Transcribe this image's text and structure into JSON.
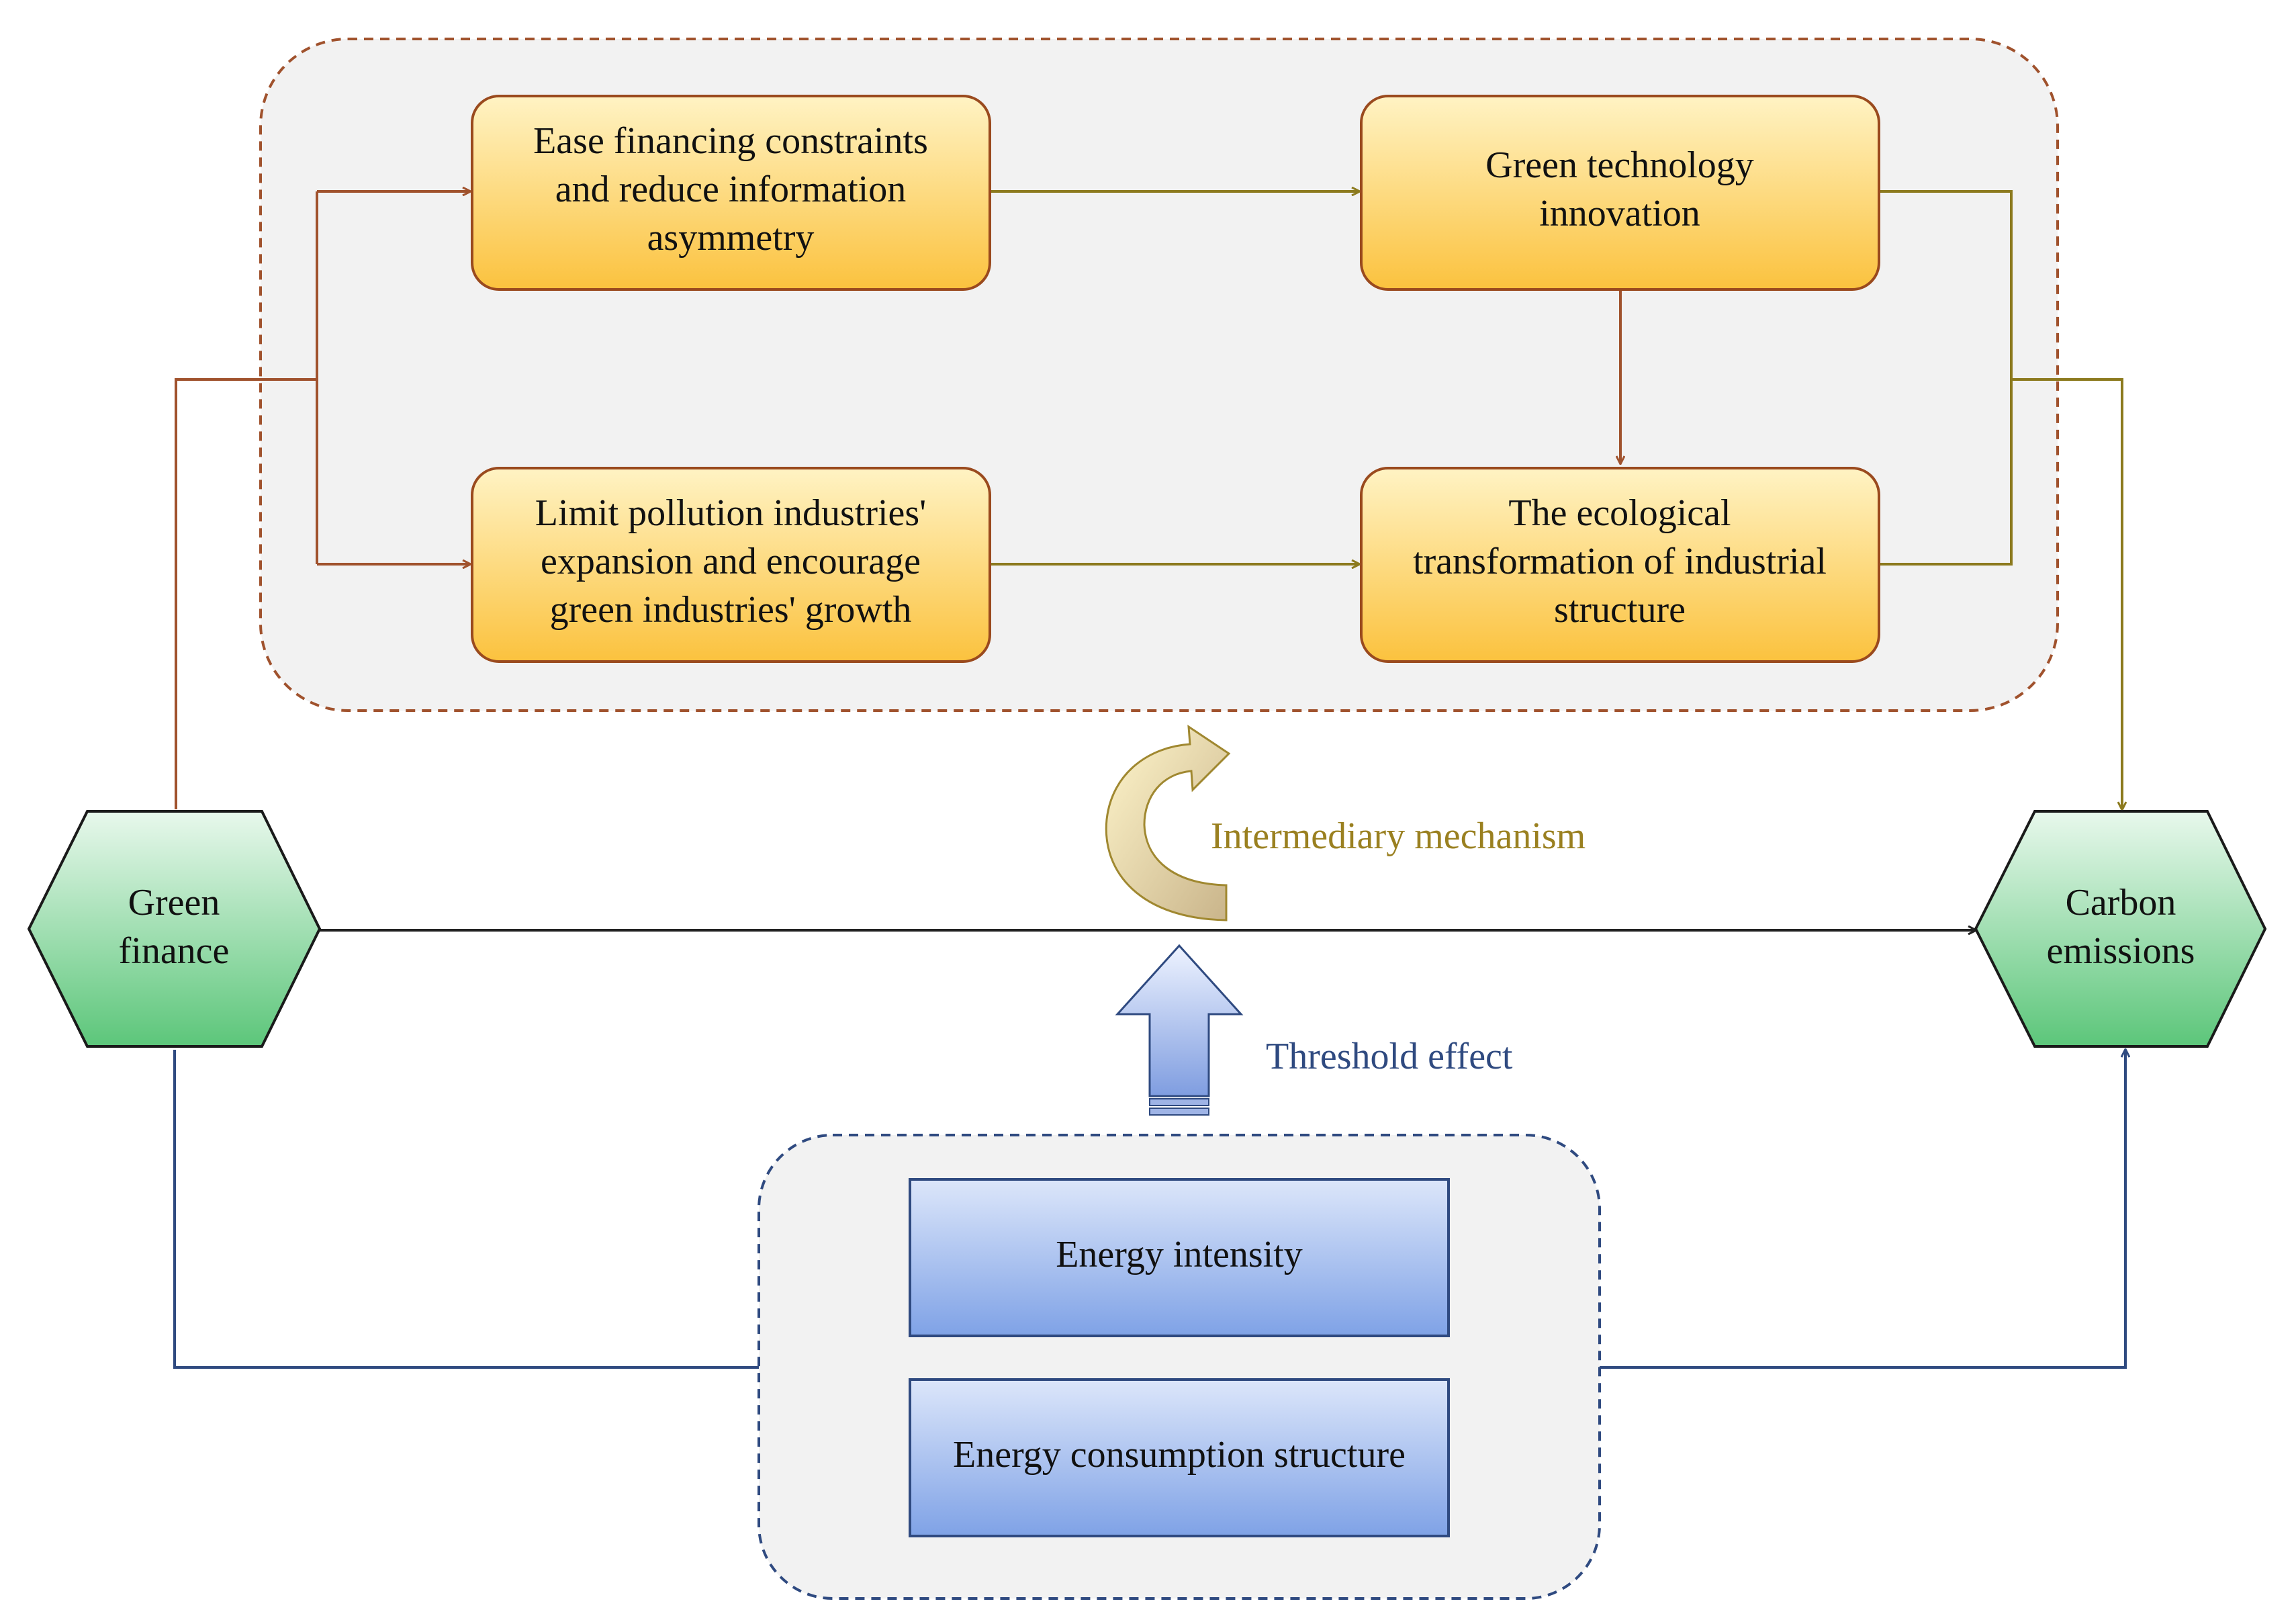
{
  "nodes": {
    "green_finance": {
      "lines": [
        "Green",
        "finance"
      ]
    },
    "carbon_emissions": {
      "lines": [
        "Carbon",
        "emissions"
      ]
    },
    "ease_financing": {
      "lines": [
        "Ease financing constraints",
        "and reduce information",
        "asymmetry"
      ]
    },
    "green_tech": {
      "lines": [
        "Green technology",
        "innovation"
      ]
    },
    "limit_pollution": {
      "lines": [
        "Limit pollution industries'",
        "expansion and encourage",
        "green industries' growth"
      ]
    },
    "eco_transformation": {
      "lines": [
        "The ecological",
        "transformation of industrial",
        "structure"
      ]
    },
    "energy_intensity": {
      "lines": [
        "Energy intensity"
      ]
    },
    "energy_consumption": {
      "lines": [
        "Energy consumption structure"
      ]
    }
  },
  "labels": {
    "intermediary": "Intermediary mechanism",
    "threshold": "Threshold effect"
  },
  "colors": {
    "mediator_box_fill_top": "#fff3c4",
    "mediator_box_fill_bottom": "#fbc23e",
    "mediator_box_stroke": "#9a4a1e",
    "brown_line": "#a0522d",
    "olive_line": "#8c7a1e",
    "intermediary_text": "#9a8020",
    "green_fill_top": "#e8f8ec",
    "green_fill_bottom": "#5cc67a",
    "navy_line": "#2f4a80",
    "threshold_text": "#2f4a80",
    "blue_box_fill_top": "#dce6fa",
    "blue_box_fill_bottom": "#7fa2e6",
    "group_fill": "#f2f2f2"
  }
}
